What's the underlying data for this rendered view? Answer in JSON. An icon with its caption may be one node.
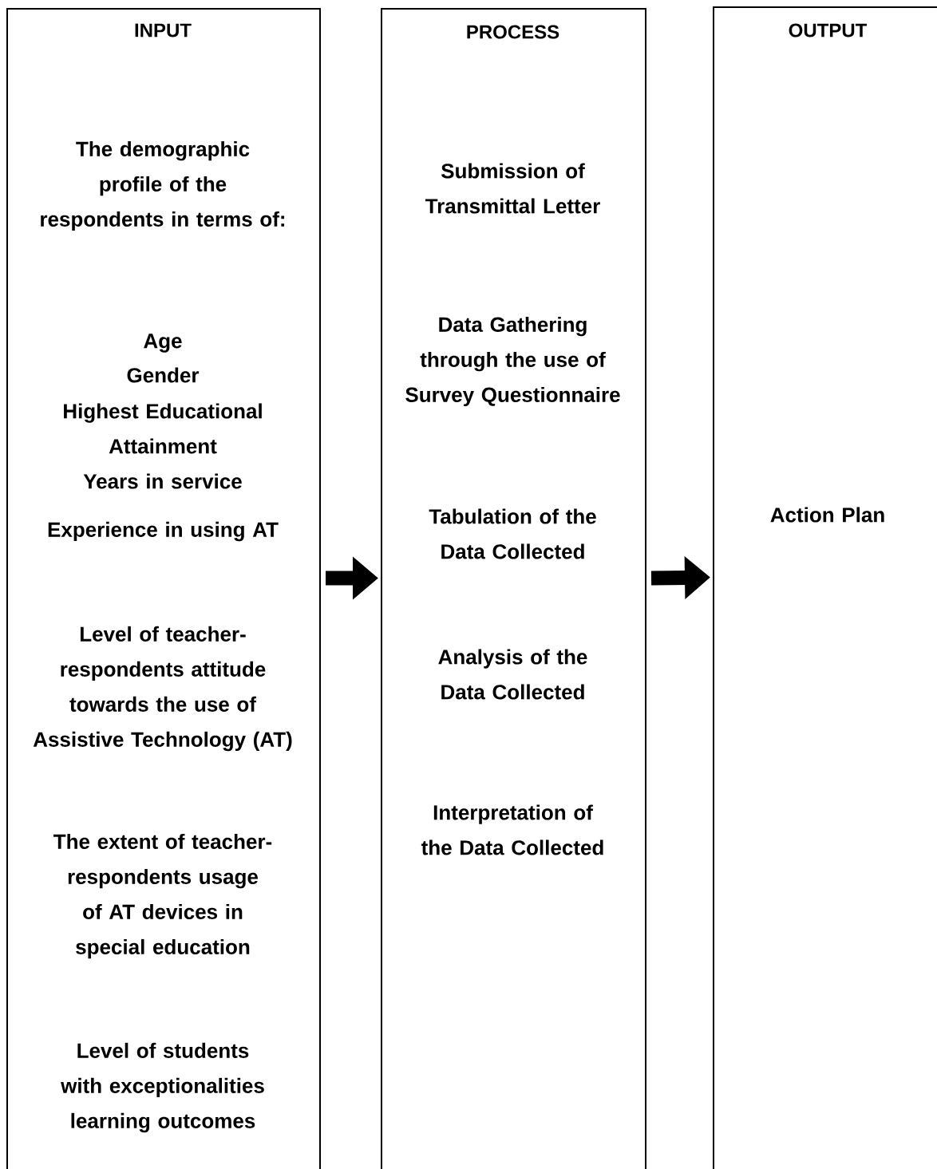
{
  "diagram": {
    "nodes": [
      {
        "text": [
          "INPUT",
          "The demographic profile of the respondents in terms of:",
          "Age",
          "Gender",
          "Highest Educational Attainment",
          "Years in service",
          "Experience in using AT",
          "Level of teacher-respondents attitude towards the use of Assistive Technology (AT)",
          "The extent of teacher-respondents usage of AT devices in special education",
          "Level of students with exceptionalities learning outcomes"
        ]
      },
      {
        "text": [
          "PROCESS",
          "Submission of Transmittal Letter",
          "Data Gathering through the use of Survey Questionnaire",
          "Tabulation of the Data Collected",
          "Analysis of the Data Collected",
          "Interpretation of the Data Collected"
        ]
      },
      {
        "text": [
          "OUTPUT",
          "Action Plan"
        ]
      }
    ],
    "edges": [
      {
        "from": 0,
        "to": 1,
        "arrow": "to"
      },
      {
        "from": 1,
        "to": 2,
        "arrow": "to"
      }
    ]
  }
}
